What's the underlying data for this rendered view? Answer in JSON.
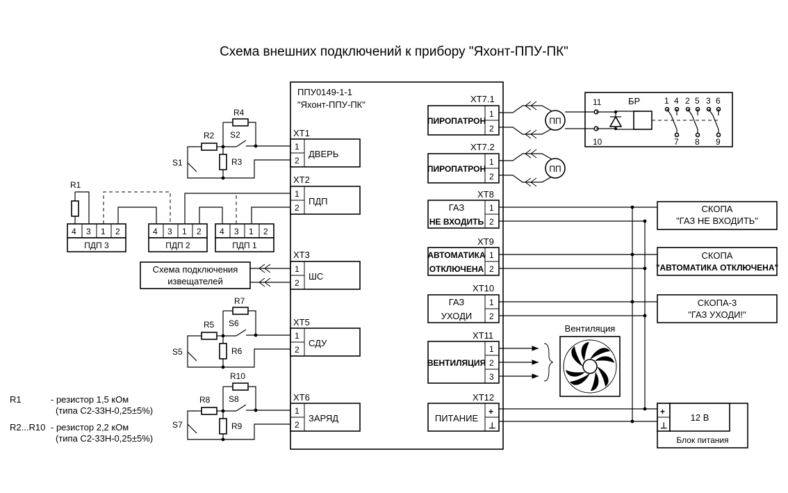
{
  "title": "Схема внешних подключений к прибору \"Яхонт-ППУ-ПК\"",
  "device": {
    "model": "ППУ0149-1-1",
    "name": "\"Яхонт-ППУ-ПК\""
  },
  "left_connectors": {
    "xt1": {
      "id": "XT1",
      "label": "ДВЕРЬ"
    },
    "xt2": {
      "id": "XT2",
      "label": "ПДП"
    },
    "xt3": {
      "id": "XT3",
      "label": "ШС"
    },
    "xt5": {
      "id": "XT5",
      "label": "СДУ"
    },
    "xt6": {
      "id": "XT6",
      "label": "ЗАРЯД"
    }
  },
  "right_connectors": {
    "xt71": {
      "id": "XT7.1",
      "label": "ПИРОПАТРОН"
    },
    "xt72": {
      "id": "XT7.2",
      "label": "ПИРОПАТРОН"
    },
    "xt8": {
      "id": "XT8",
      "line1": "ГАЗ",
      "line2": "НЕ ВХОДИТЬ"
    },
    "xt9": {
      "id": "XT9",
      "line1": "АВТОМАТИКА",
      "line2": "ОТКЛЮЧЕНА"
    },
    "xt10": {
      "id": "XT10",
      "line1": "ГАЗ",
      "line2": "УХОДИ"
    },
    "xt11": {
      "id": "XT11",
      "label": "ВЕНТИЛЯЦИЯ"
    },
    "xt12": {
      "id": "XT12",
      "label": "ПИТАНИЕ"
    }
  },
  "pins": {
    "p1": "1",
    "p2": "2",
    "p3": "3",
    "p4": "4",
    "plus": "+",
    "minus": "⊥"
  },
  "loops": {
    "door": {
      "r_series": "R2",
      "r_parallel": "R4",
      "r_end": "R3",
      "switch_in": "S2",
      "switch_out": "S1"
    },
    "sdu": {
      "r_series": "R5",
      "r_parallel": "R7",
      "r_end": "R6",
      "switch_in": "S6",
      "switch_out": "S5"
    },
    "charge": {
      "r_series": "R8",
      "r_parallel": "R10",
      "r_end": "R9",
      "switch_in": "S8",
      "switch_out": "S7"
    }
  },
  "pdp": {
    "r1": "R1",
    "pdp3": "ПДП 3",
    "pdp2": "ПДП 2",
    "pdp1": "ПДП 1"
  },
  "detectors": {
    "line1": "Схема подключения",
    "line2": "извещателей"
  },
  "squib": "ПП",
  "relay": {
    "label": "БР",
    "pin11": "11",
    "pin10": "10",
    "top": [
      "1",
      "4",
      "2",
      "5",
      "3",
      "6"
    ],
    "bottom": [
      "7",
      "8",
      "9"
    ]
  },
  "sirens": {
    "s1": {
      "line1": "СКОПА",
      "line2": "\"ГАЗ НЕ ВХОДИТЬ\""
    },
    "s2": {
      "line1": "СКОПА",
      "line2": "\"АВТОМАТИКА ОТКЛЮЧЕНА\""
    },
    "s3": {
      "line1": "СКОПА-3",
      "line2": "\"ГАЗ УХОДИ!\""
    }
  },
  "ventilation": "Вентиляция",
  "psu": {
    "voltage": "12 В",
    "label": "Блок питания"
  },
  "legend": {
    "r1_key": "R1",
    "r1_text": "- резистор 1,5 кОм",
    "r1_type": "(типа С2-33Н-0,25±5%)",
    "r2_key": "R2...R10",
    "r2_text": "- резистор 2,2 кОм",
    "r2_type": "(типа С2-33Н-0,25±5%)"
  }
}
